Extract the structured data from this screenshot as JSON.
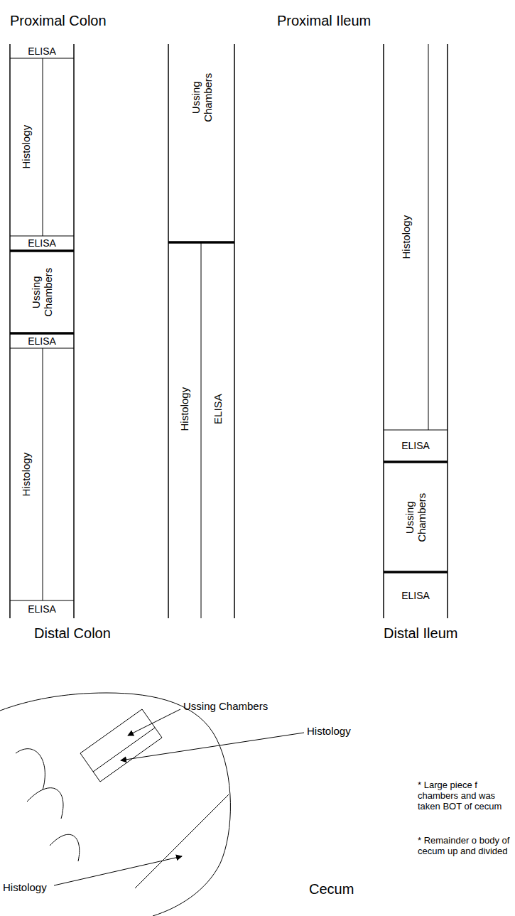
{
  "diagram": {
    "nodes": [
      {
        "text": [
          "ELISA"
        ]
      },
      {
        "text": [
          "Histology"
        ]
      },
      {
        "text": [
          "ELISA"
        ]
      },
      {
        "text": [
          "Ussing Chambers"
        ]
      },
      {
        "text": [
          "ELISA"
        ]
      },
      {
        "text": [
          "Histology"
        ]
      },
      {
        "text": [
          "ELISA"
        ]
      },
      {
        "text": [
          "Ussing Chambers"
        ]
      },
      {
        "text": [
          "Histology"
        ]
      },
      {
        "text": [
          "ELISA"
        ]
      },
      {
        "text": [
          "Histology"
        ]
      },
      {
        "text": [
          "ELISA"
        ]
      },
      {
        "text": [
          "Ussing Chambers"
        ]
      },
      {
        "text": [
          "ELISA"
        ]
      }
    ],
    "labels": [
      "Proximal Colon",
      "Proximal Ileum",
      "Distal Colon",
      "Distal Ileum",
      "Ussing Chambers",
      "Histology",
      "* Large piece f chambers and was taken BOT of cecum",
      "* Remainder o body of cecum up and divided",
      "Histology",
      "Cecum"
    ]
  }
}
